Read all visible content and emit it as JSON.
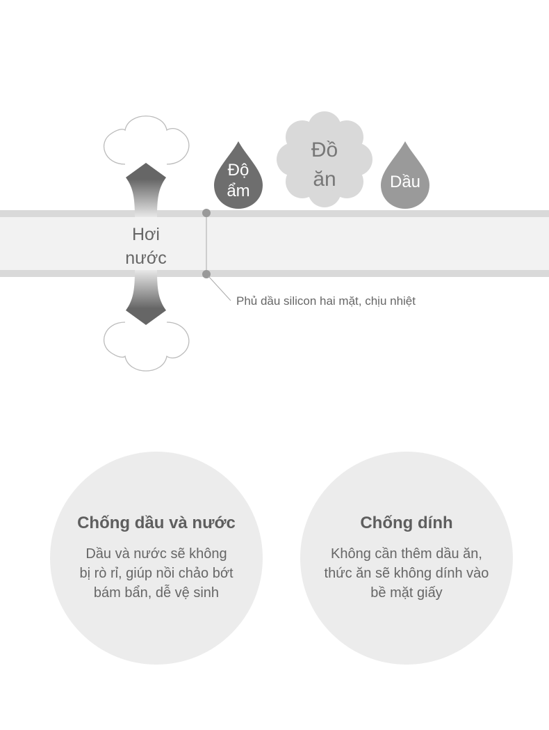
{
  "diagram": {
    "steam_label_line1": "Hơi",
    "steam_label_line2": "nước",
    "moisture_line1": "Độ",
    "moisture_line2": "ẩm",
    "food_line1": "Đồ",
    "food_line2": "ăn",
    "oil_label": "Dầu",
    "coating_note": "Phủ dầu silicon hai mặt, chịu nhiệt",
    "colors": {
      "band": "#f2f2f2",
      "stripe": "#d9d9d9",
      "moisture": "#6e6e6e",
      "oil": "#9a9a9a",
      "food": "#d9d9d9"
    }
  },
  "features": [
    {
      "title": "Chống dầu và nước",
      "lines": [
        "Dầu và nước sẽ không",
        "bị rò rỉ, giúp nồi chảo bớt",
        "bám bẩn, dễ vệ sinh"
      ]
    },
    {
      "title": "Chống dính",
      "lines": [
        "Không cần thêm dầu ăn,",
        "thức ăn sẽ không dính vào",
        "bề mặt giấy"
      ]
    }
  ]
}
